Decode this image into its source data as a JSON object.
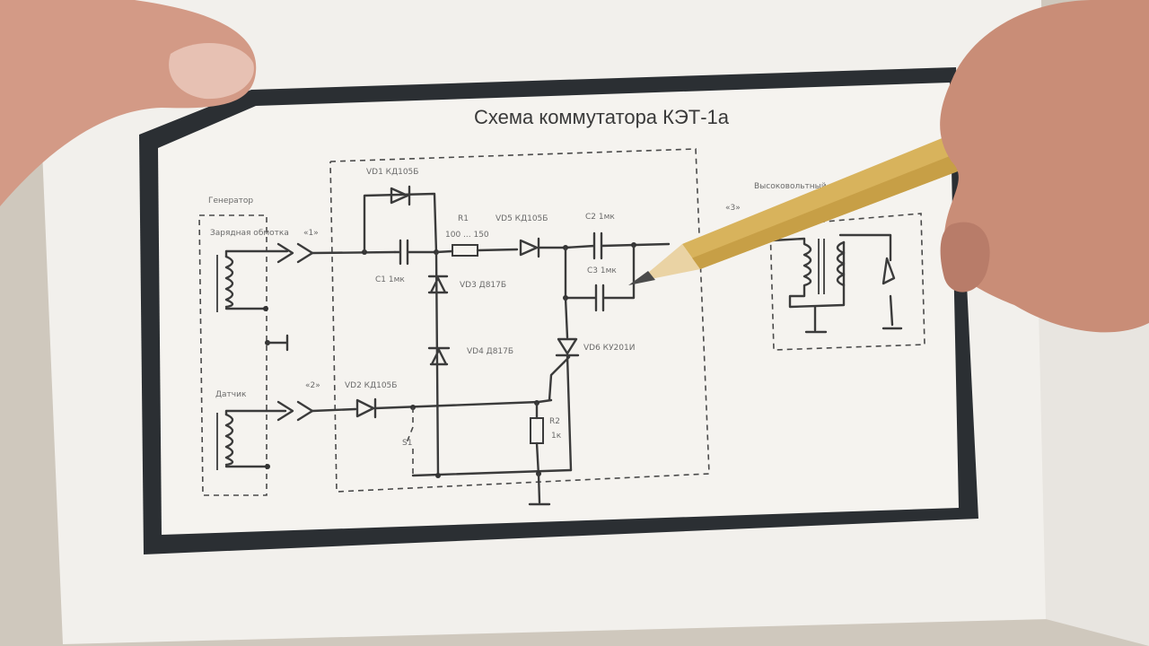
{
  "title": "Схема коммутатора КЭТ-1а",
  "blocks": {
    "generator": {
      "label": "Генератор",
      "winding": "Зарядная обмотка"
    },
    "sensor": {
      "label": "Датчик"
    },
    "hv": {
      "label": "Высоковольтный ... катушка"
    }
  },
  "components": {
    "vd1": "VD1 КД105Б",
    "c1": "C1 1мк",
    "r1": "R1",
    "r1_value": "100 ... 150",
    "vd5": "VD5 КД105Б",
    "c2": "C2 1мк",
    "c3": "C3 1мк",
    "vd3": "VD3 Д817Б",
    "vd4": "VD4 Д817Б",
    "vd6": "VD6 КУ201И",
    "vd2": "VD2 КД105Б",
    "r2": "R2",
    "r2_value": "1к",
    "switch": "S1"
  },
  "connectors": {
    "gen_in": "«1»",
    "sensor_in": "«2»",
    "hv_in": "«3»"
  },
  "colors": {
    "paper": "#f4f2ee",
    "frame": "#2b2f33",
    "ink": "#3b3b3b",
    "pencil_body": "#d8b35c",
    "skin": "#d39a86"
  }
}
